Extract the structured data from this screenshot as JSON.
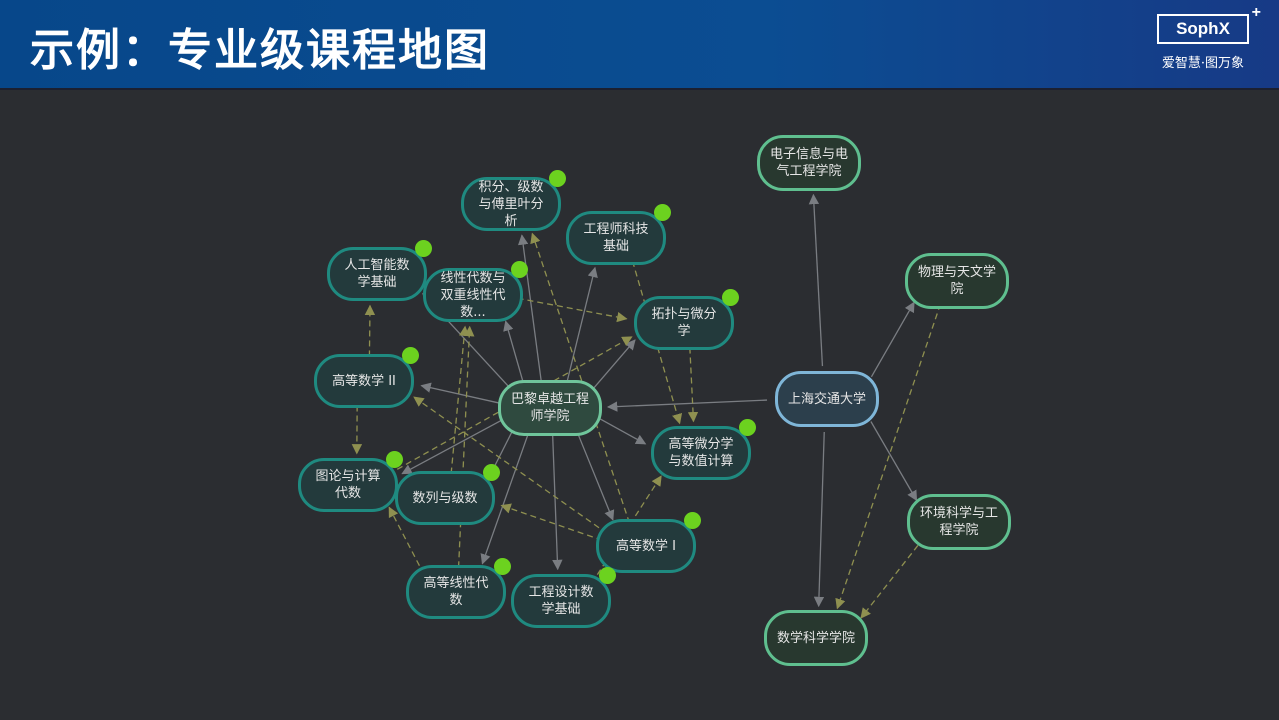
{
  "header": {
    "title": "示例：专业级课程地图",
    "logo_text": "SophX",
    "logo_plus": "+",
    "logo_slogan": "爱智慧·图万象"
  },
  "colors": {
    "course_border": "#1f8a80",
    "college_border": "#5fbf8f",
    "school_border": "#7fb6d8",
    "completed_dot": "#6cd21f",
    "solid_edge": "#7a7d82",
    "dashed_edge": "#8f9050"
  },
  "nodes": [
    {
      "id": "hub",
      "label": "巴黎卓越工程师学院",
      "type": "hub"
    },
    {
      "id": "jifen",
      "label": "积分、级数与傅里叶分析",
      "type": "course",
      "done": true
    },
    {
      "id": "gcskj",
      "label": "工程师科技基础",
      "type": "course",
      "done": true
    },
    {
      "id": "rgzn",
      "label": "人工智能数学基础",
      "type": "course",
      "done": true
    },
    {
      "id": "xxds",
      "label": "线性代数与双重线性代数...",
      "type": "course",
      "done": true
    },
    {
      "id": "tuopu",
      "label": "拓扑与微分学",
      "type": "course",
      "done": true
    },
    {
      "id": "gs2",
      "label": "高等数学 II",
      "type": "course",
      "done": true
    },
    {
      "id": "gdwf",
      "label": "高等微分学与数值计算",
      "type": "course",
      "done": true
    },
    {
      "id": "tulun",
      "label": "图论与计算代数",
      "type": "course",
      "done": true
    },
    {
      "id": "shulie",
      "label": "数列与级数",
      "type": "course",
      "done": true
    },
    {
      "id": "gs1",
      "label": "高等数学 I",
      "type": "course",
      "done": true
    },
    {
      "id": "gdxx",
      "label": "高等线性代数",
      "type": "course",
      "done": true
    },
    {
      "id": "gcsj",
      "label": "工程设计数学基础",
      "type": "course",
      "done": true
    },
    {
      "id": "sjtu",
      "label": "上海交通大学",
      "type": "school"
    },
    {
      "id": "dzxx",
      "label": "电子信息与电气工程学院",
      "type": "college"
    },
    {
      "id": "wuli",
      "label": "物理与天文学院",
      "type": "college"
    },
    {
      "id": "huanjing",
      "label": "环境科学与工程学院",
      "type": "college"
    },
    {
      "id": "shuxue",
      "label": "数学科学学院",
      "type": "college"
    }
  ],
  "edges": [
    [
      "hub",
      "rgzn",
      "solid"
    ],
    [
      "hub",
      "xxds",
      "solid"
    ],
    [
      "hub",
      "jifen",
      "solid"
    ],
    [
      "hub",
      "gcskj",
      "solid"
    ],
    [
      "hub",
      "tuopu",
      "solid"
    ],
    [
      "hub",
      "gs2",
      "solid"
    ],
    [
      "hub",
      "gdwf",
      "solid"
    ],
    [
      "hub",
      "tulun",
      "solid"
    ],
    [
      "hub",
      "shulie",
      "solid"
    ],
    [
      "hub",
      "gs1",
      "solid"
    ],
    [
      "hub",
      "gdxx",
      "solid"
    ],
    [
      "hub",
      "gcsj",
      "solid"
    ],
    [
      "sjtu",
      "hub",
      "solid"
    ],
    [
      "sjtu",
      "dzxx",
      "solid"
    ],
    [
      "sjtu",
      "wuli",
      "solid"
    ],
    [
      "sjtu",
      "huanjing",
      "solid"
    ],
    [
      "sjtu",
      "shuxue",
      "solid"
    ],
    [
      "gs1",
      "jifen",
      "dashed"
    ],
    [
      "xxds",
      "tuopu",
      "dashed"
    ],
    [
      "tuopu",
      "gdwf",
      "dashed"
    ],
    [
      "gcskj",
      "gdwf",
      "dashed"
    ],
    [
      "gs2",
      "tulun",
      "dashed"
    ],
    [
      "gs2",
      "rgzn",
      "dashed"
    ],
    [
      "gdxx",
      "tulun",
      "dashed"
    ],
    [
      "gdxx",
      "xxds",
      "dashed"
    ],
    [
      "gcsj",
      "gdwf",
      "dashed"
    ],
    [
      "gs1",
      "shulie",
      "dashed"
    ],
    [
      "gs1",
      "gs2",
      "dashed"
    ],
    [
      "tulun",
      "tuopu",
      "dashed"
    ],
    [
      "shulie",
      "xxds",
      "dashed"
    ],
    [
      "wuli",
      "shuxue",
      "dashed"
    ],
    [
      "huanjing",
      "shuxue",
      "dashed"
    ]
  ]
}
